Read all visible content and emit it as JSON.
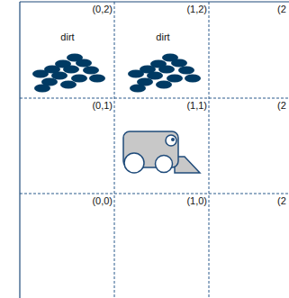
{
  "diagram": {
    "labels": [
      "(0,2)",
      "(1,2)",
      "(2",
      "dirt",
      "dirt",
      "(0,1)",
      "(1,1)",
      "(2",
      "(0,0)",
      "(1,0)",
      "(2"
    ]
  }
}
